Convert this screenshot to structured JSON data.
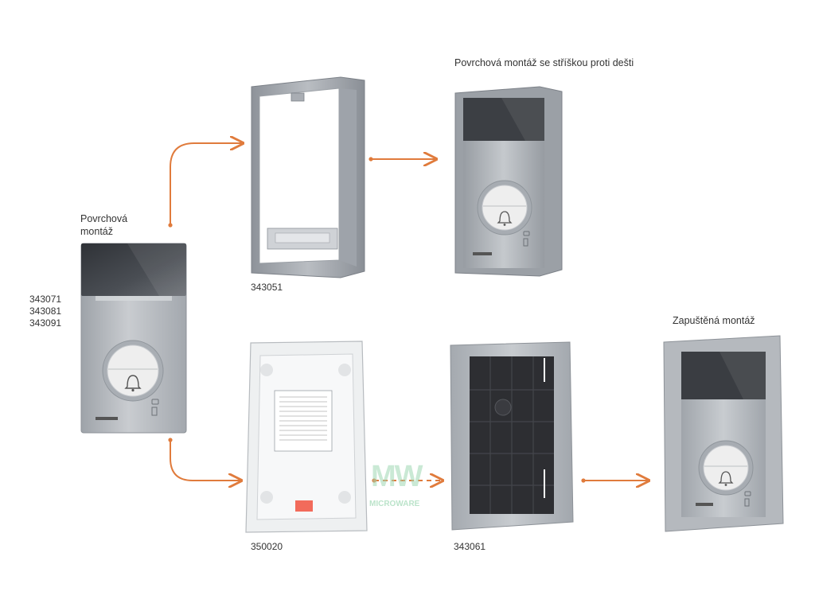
{
  "labels": {
    "surface_mount": [
      "Povrchová",
      "montáž"
    ],
    "rain_cover_mount": "Povrchová montáž se stříškou proti dešti",
    "flush_mount": "Zapuštěná montáž"
  },
  "codes": {
    "panel": [
      "343071",
      "343081",
      "343091"
    ],
    "rain_cover": "343051",
    "flush_box": "350020",
    "flush_frame": "343061"
  },
  "watermark": {
    "mark": "MW",
    "text": "MICROWARE"
  },
  "colors": {
    "arrow": "#e07b3c",
    "aluminium": "#b4b8bd",
    "glass": "#3e4146",
    "frame_dark": "#2e2f33",
    "watermark": "#9fd8b4"
  },
  "icons": {
    "call_button": "bell-icon",
    "indicators": "door-open-icon"
  }
}
